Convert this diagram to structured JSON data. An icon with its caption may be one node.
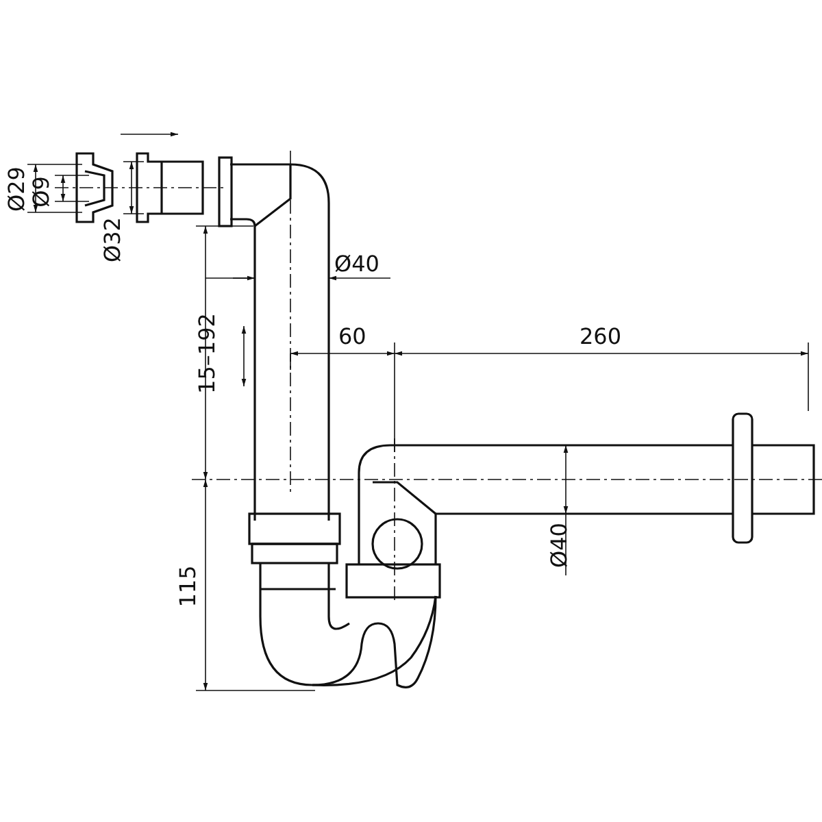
{
  "diagram": {
    "labels": [
      "Ø29",
      "Ø9",
      "Ø32",
      "Ø40",
      "15–192",
      "60",
      "260",
      "Ø40",
      "115"
    ]
  }
}
